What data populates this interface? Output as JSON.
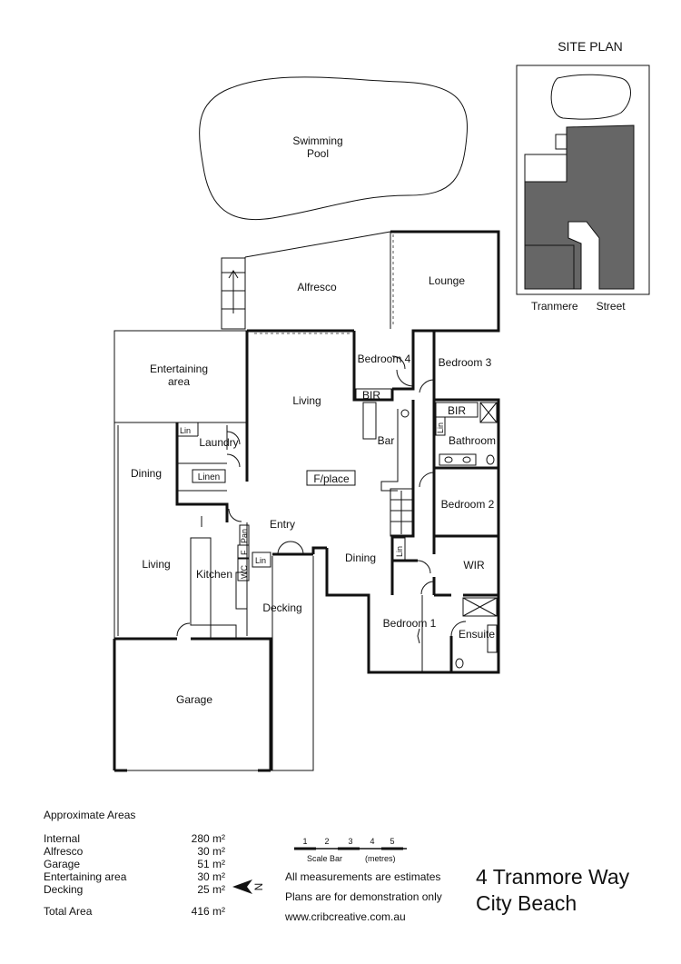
{
  "rooms": {
    "swimming_pool_line1": "Swimming",
    "swimming_pool_line2": "Pool",
    "alfresco": "Alfresco",
    "lounge": "Lounge",
    "entertaining_line1": "Entertaining",
    "entertaining_line2": "area",
    "living_main": "Living",
    "bedroom4": "Bedroom 4",
    "bedroom3": "Bedroom 3",
    "bir_4": "BIR",
    "bir_3": "BIR",
    "lin_bath": "Lin",
    "bathroom": "Bathroom",
    "lin_laundry": "Lin",
    "laundry": "Laundry",
    "bar": "Bar",
    "linen": "Linen",
    "dining_left": "Dining",
    "fplace": "F/place",
    "bedroom2": "Bedroom 2",
    "entry": "Entry",
    "pan": "Pan",
    "f": "F",
    "wc": "WC",
    "lin_entry": "Lin",
    "living_left": "Living",
    "kitchen": "Kitchen",
    "dining_main": "Dining",
    "lin_hall": "Lin",
    "wir": "WIR",
    "decking": "Decking",
    "bedroom1": "Bedroom 1",
    "ensuite": "Ensuite",
    "garage": "Garage"
  },
  "site_plan": {
    "title": "SITE PLAN",
    "street_word1": "Tranmere",
    "street_word2": "Street"
  },
  "areas": {
    "title": "Approximate Areas",
    "rows": [
      {
        "label": "Internal",
        "value": "280 m²"
      },
      {
        "label": "Alfresco",
        "value": "30 m²"
      },
      {
        "label": "Garage",
        "value": "51 m²"
      },
      {
        "label": "Entertaining area",
        "value": "30 m²"
      },
      {
        "label": "Decking",
        "value": "25 m²"
      }
    ],
    "total_label": "Total Area",
    "total_value": "416 m²"
  },
  "scale_bar": {
    "ticks": [
      "1",
      "2",
      "3",
      "4",
      "5"
    ],
    "label": "Scale Bar",
    "unit": "(metres)"
  },
  "north": "N",
  "notes": {
    "line1": "All measurements are estimates",
    "line2": "Plans are for demonstration only",
    "line3": "www.cribcreative.com.au"
  },
  "address": {
    "line1": "4 Tranmore Way",
    "line2": "City Beach"
  }
}
